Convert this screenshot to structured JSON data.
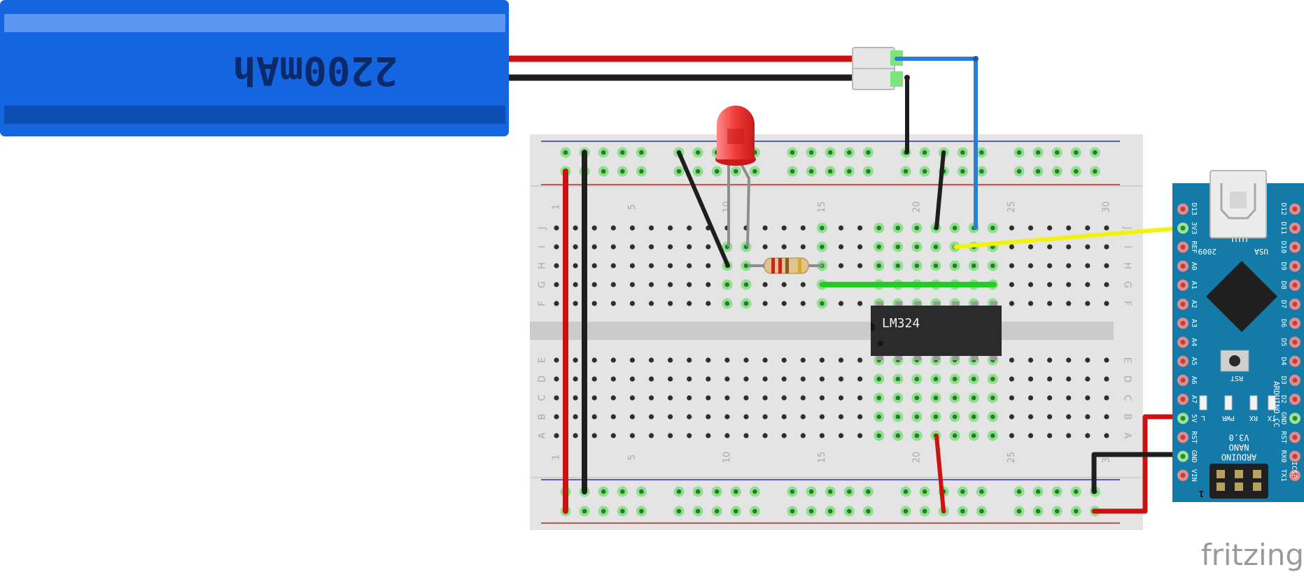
{
  "battery": {
    "capacity_label": "2200mAh",
    "color": "#1565e0"
  },
  "breadboard": {
    "row_letters": [
      "A",
      "B",
      "C",
      "D",
      "E",
      "F",
      "G",
      "H",
      "I",
      "J"
    ],
    "column_numbers": [
      "1",
      "5",
      "10",
      "15",
      "20",
      "25",
      "30"
    ]
  },
  "components": {
    "ic_label": "LM324",
    "led_color": "#e8262c"
  },
  "arduino": {
    "board_color": "#147aa8",
    "right_pins": [
      "D12",
      "D11",
      "D10",
      "D9",
      "D8",
      "D7",
      "D6",
      "D5",
      "D4",
      "D3",
      "D2",
      "GND",
      "RST",
      "RX0",
      "TX1"
    ],
    "left_pins": [
      "D13",
      "3V3",
      "REF",
      "A0",
      "A1",
      "A2",
      "A3",
      "A4",
      "A5",
      "A6",
      "A7",
      "5V",
      "RST",
      "GND",
      "VIN"
    ],
    "label_2009": "2009",
    "label_usa": "USA",
    "rst_button_label": "RST",
    "site_label": "ARDUINO.CC",
    "led_labels": [
      "L",
      "PWR",
      "RX",
      "TX"
    ],
    "model_lines": [
      "ARDUINO",
      "NANO",
      "V3.0"
    ],
    "icsp_label": "ICSP",
    "pin1_label": "1"
  },
  "wires": {
    "red": "#cc1111",
    "black": "#1e1e1e",
    "blue": "#2a7fd4",
    "yellow": "#f2f20a",
    "green": "#22cc22"
  },
  "watermark": "fritzing"
}
